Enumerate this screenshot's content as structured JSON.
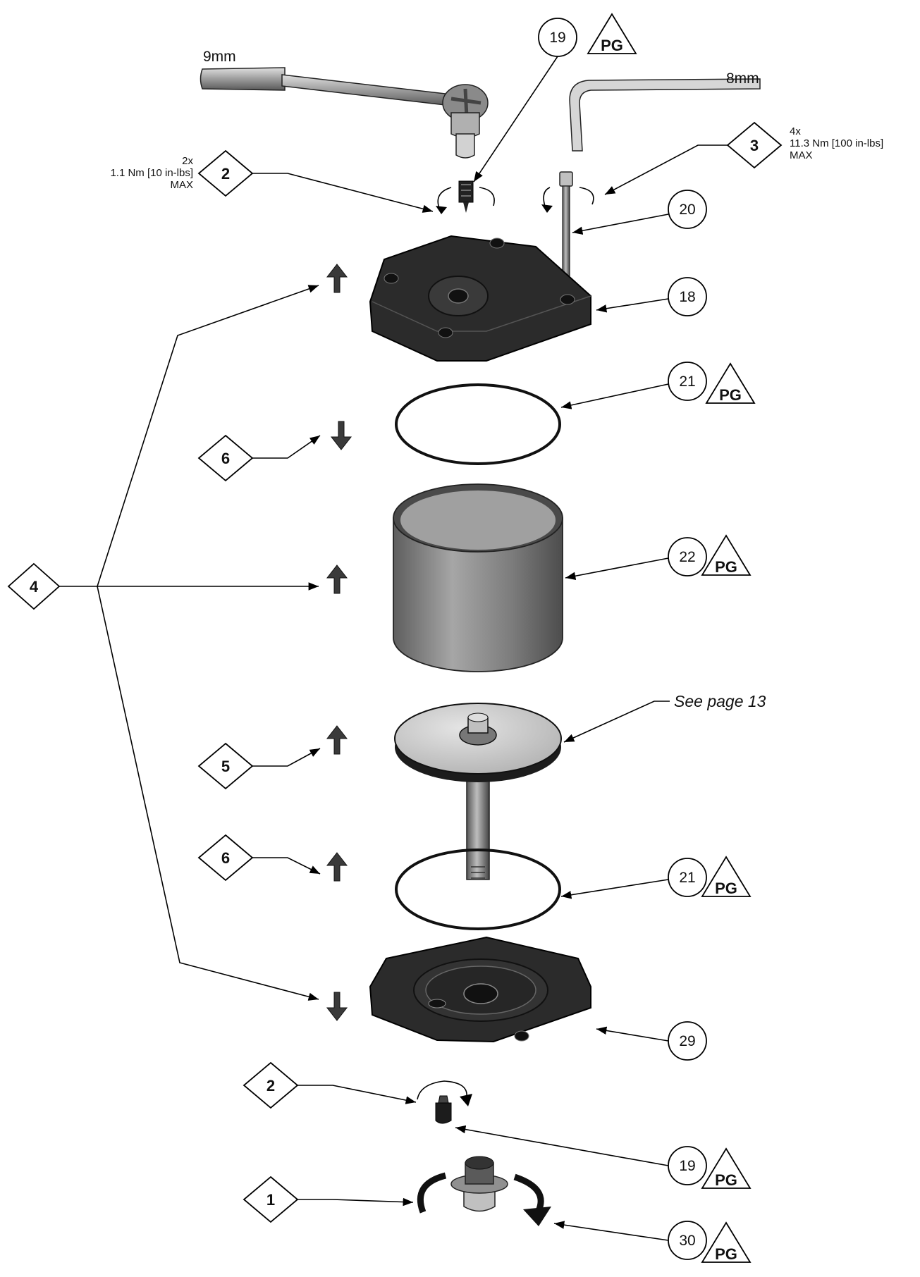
{
  "tools": {
    "socket_wrench": "9mm",
    "hex_key": "8mm"
  },
  "callouts": [
    {
      "id": "19",
      "pg": "PG"
    },
    {
      "id": "20"
    },
    {
      "id": "18"
    },
    {
      "id": "21",
      "pg": "PG"
    },
    {
      "id": "22",
      "pg": "PG"
    },
    {
      "id": "21",
      "pg": "PG"
    },
    {
      "id": "29"
    },
    {
      "id": "19",
      "pg": "PG"
    },
    {
      "id": "30",
      "pg": "PG"
    }
  ],
  "steps": [
    {
      "id": "2",
      "note": [
        "2x",
        "1.1 Nm [10 in-lbs]",
        "MAX"
      ]
    },
    {
      "id": "3",
      "note": [
        "4x",
        "11.3 Nm [100 in-lbs]",
        "MAX"
      ]
    },
    {
      "id": "6"
    },
    {
      "id": "4"
    },
    {
      "id": "5"
    },
    {
      "id": "6"
    },
    {
      "id": "2"
    },
    {
      "id": "1"
    }
  ],
  "reference": "See page 13",
  "colors": {
    "part_dark": "#2b2b2b",
    "part_gray": "#9a9a9a",
    "line": "#000000"
  }
}
